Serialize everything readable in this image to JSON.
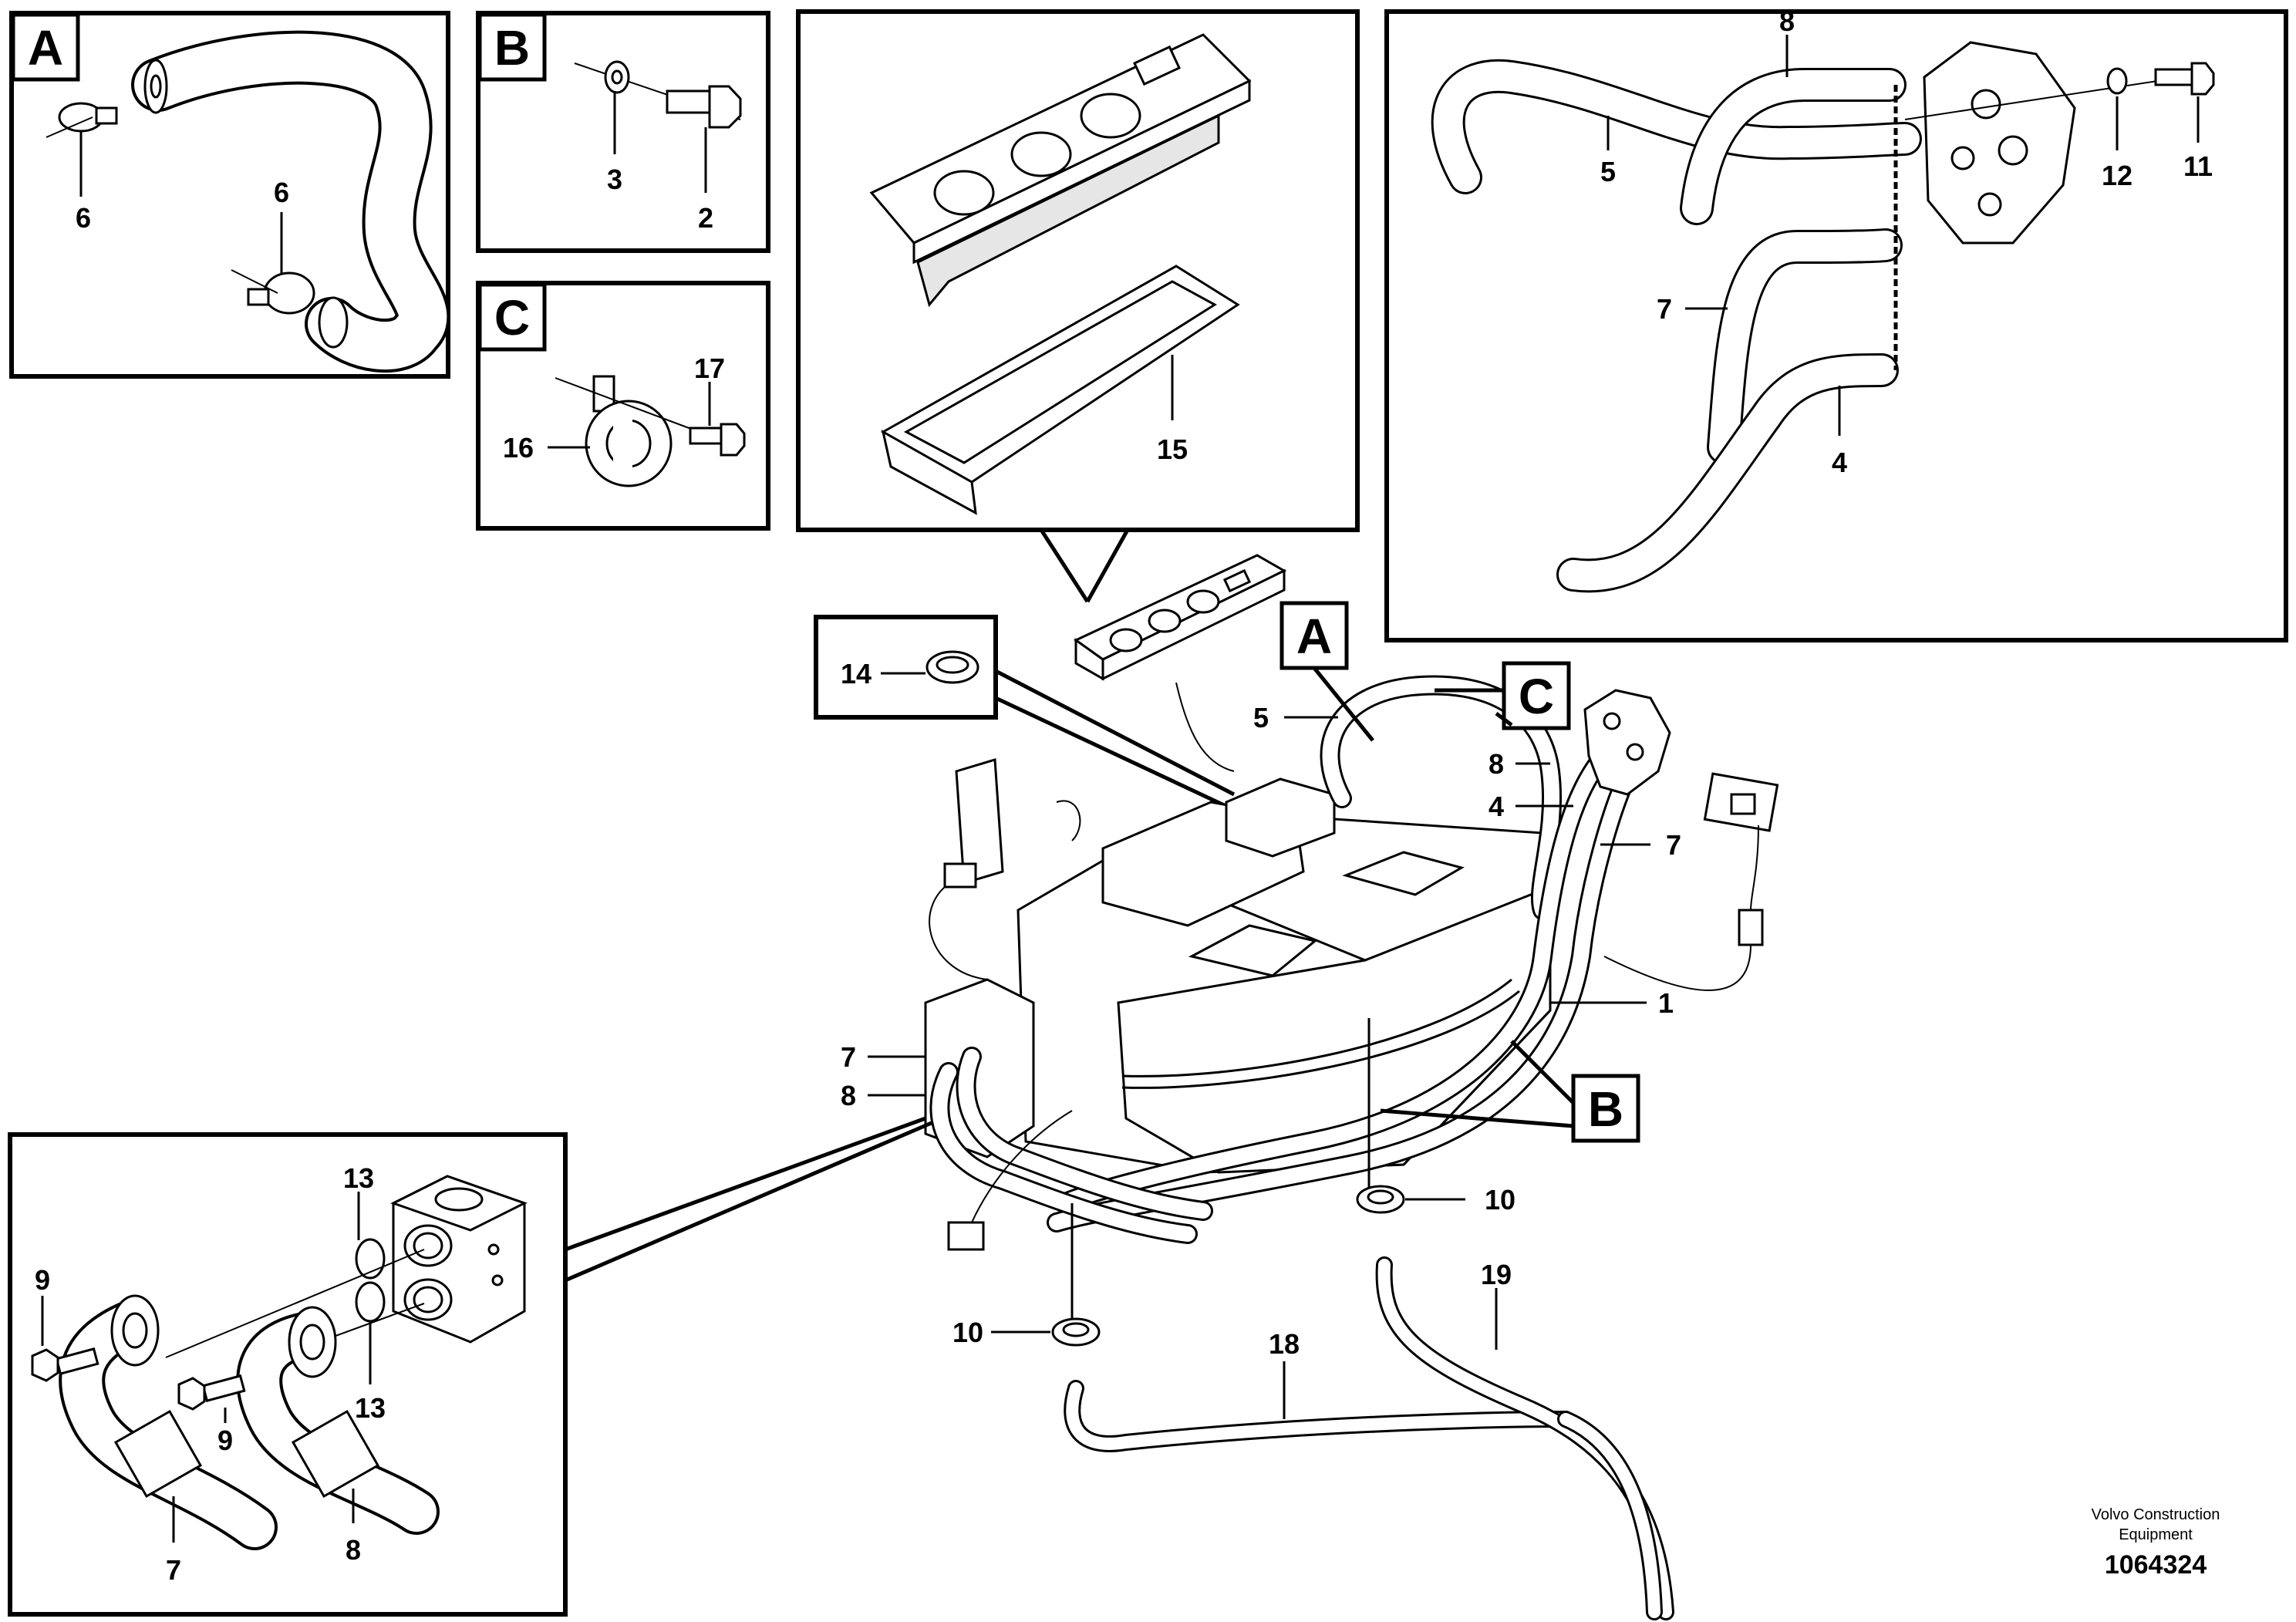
{
  "insets": {
    "A": {
      "letter": "A",
      "callouts": [
        "6",
        "6"
      ]
    },
    "B": {
      "letter": "B",
      "callouts": [
        "3",
        "2"
      ]
    },
    "C": {
      "letter": "C",
      "callouts": [
        "17",
        "16"
      ]
    },
    "panel": {
      "callouts": [
        "15"
      ]
    },
    "hoses": {
      "callouts": [
        "8",
        "5",
        "12",
        "11",
        "7",
        "4"
      ]
    },
    "valve": {
      "callouts": [
        "13",
        "9",
        "9",
        "13",
        "7",
        "8"
      ]
    },
    "seal": {
      "callouts": [
        "14"
      ]
    }
  },
  "main": {
    "letters": [
      "A",
      "C",
      "B"
    ],
    "callouts": [
      "5",
      "8",
      "4",
      "7",
      "1",
      "7",
      "8",
      "10",
      "10",
      "18",
      "19"
    ]
  },
  "footer": {
    "company_line1": "Volvo Construction",
    "company_line2": "Equipment",
    "drawing_number": "1064324"
  }
}
